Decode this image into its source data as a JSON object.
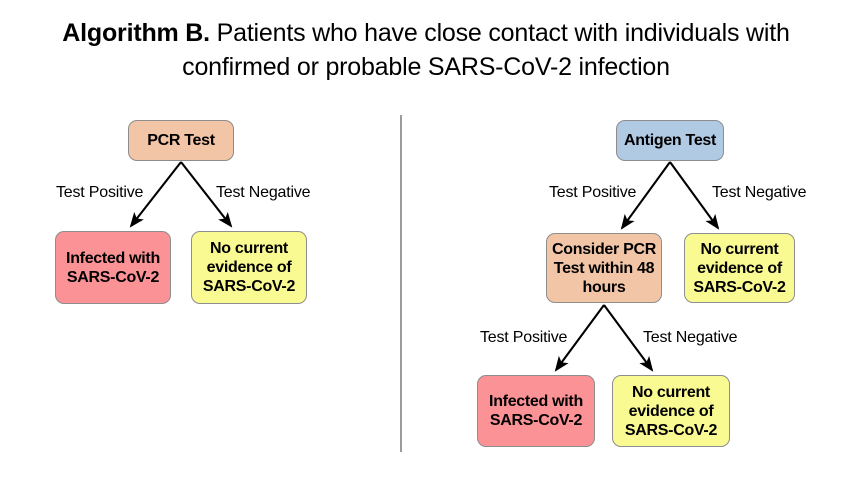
{
  "title": {
    "strong": "Algorithm B.",
    "rest": " Patients who have close contact with individuals with confirmed or probable SARS-CoV-2 infection"
  },
  "colors": {
    "peach": "#f2c5a7",
    "blue": "#b0cae4",
    "red": "#fb9296",
    "yellow": "#fafa92",
    "border": "#8d8d8d",
    "divider": "#9b9b9b",
    "arrow": "#000000",
    "text": "#000000"
  },
  "left_branch": {
    "root": {
      "label": "PCR Test",
      "color": "peach"
    },
    "edges": [
      {
        "label": "Test Positive"
      },
      {
        "label": "Test Negative"
      }
    ],
    "children": [
      {
        "label": "Infected with SARS-CoV-2",
        "color": "red"
      },
      {
        "label": "No current evidence of SARS-CoV-2",
        "color": "yellow"
      }
    ]
  },
  "right_branch": {
    "root": {
      "label": "Antigen Test",
      "color": "blue"
    },
    "edges": [
      {
        "label": "Test Positive"
      },
      {
        "label": "Test Negative"
      }
    ],
    "children": [
      {
        "label": "Consider PCR Test within 48 hours",
        "color": "peach"
      },
      {
        "label": "No current evidence of SARS-CoV-2",
        "color": "yellow"
      }
    ],
    "sub_branch": {
      "edges": [
        {
          "label": "Test Positive"
        },
        {
          "label": "Test Negative"
        }
      ],
      "children": [
        {
          "label": "Infected with SARS-CoV-2",
          "color": "red"
        },
        {
          "label": "No current evidence of SARS-CoV-2",
          "color": "yellow"
        }
      ]
    }
  }
}
